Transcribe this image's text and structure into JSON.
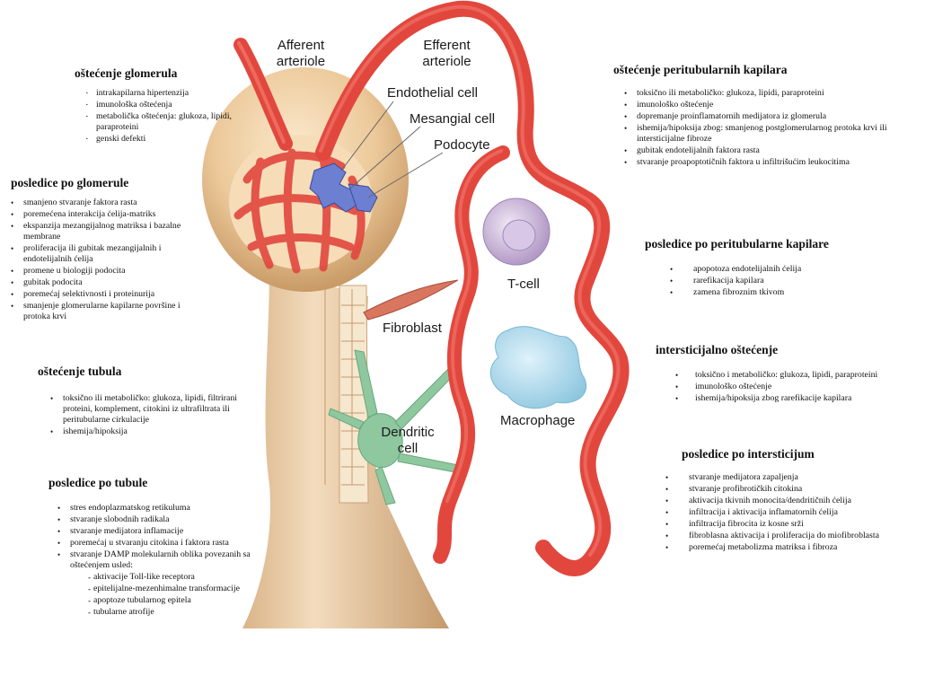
{
  "labels": {
    "afferent": [
      "Afferent",
      "arteriole"
    ],
    "efferent": [
      "Efferent",
      "arteriole"
    ],
    "endothelial": "Endothelial cell",
    "mesangial": "Mesangial cell",
    "podocyte": "Podocyte",
    "tcell": "T-cell",
    "fibroblast": "Fibroblast",
    "macrophage": "Macrophage",
    "dendritic": [
      "Dendritic",
      "cell"
    ]
  },
  "blocks": {
    "glom_damage": {
      "title": "oštećenje glomerula",
      "items": [
        "intrakapilarna hipertenzija",
        "imunološka oštećenja",
        "metabolička oštećenja: glukoza, lipidi, paraproteini",
        "genski defekti"
      ]
    },
    "glom_consequences": {
      "title": "posledice po glomerule",
      "items": [
        "smanjeno stvaranje faktora rasta",
        "poremećena interakcija ćelija-matriks",
        "ekspanzija mezangijalnog matriksa i bazalne membrane",
        "proliferacija ili gubitak mezangijalnih i endotelijalnih ćelija",
        "promene u biologiji podocita",
        "gubitak podocita",
        "poremećaj selektivnosti i proteinurija",
        "smanjenje glomerularne kapilarne površine i protoka krvi"
      ]
    },
    "tub_damage": {
      "title": "oštećenje tubula",
      "items": [
        "toksično ili metaboličko: glukoza, lipidi, filtrirani proteini, komplement, citokini iz ultrafiltrata ili peritubularne cirkulacije",
        "ishemija/hipoksija"
      ]
    },
    "tub_consequences": {
      "title": "posledice po tubule",
      "items": [
        "stres endoplazmatskog retikuluma",
        "stvaranje slobodnih radikala",
        "stvaranje medijatora inflamacije",
        "poremećaj u stvaranju citokina i faktora rasta",
        "stvaranje DAMP molekularnih oblika povezanih sa oštećenjem usled:"
      ],
      "sub": [
        "aktivacije Toll-like receptora",
        "epitelijalne-mezenhimalne transformacije",
        "apoptoze tubularnog epitela",
        "tubularne atrofije"
      ]
    },
    "peri_damage": {
      "title": "oštećenje peritubularnih kapilara",
      "items": [
        "toksično ili metaboličko: glukoza, lipidi, paraproteini",
        "imunološko oštećenje",
        "dopremanje proinflamatornih medijatora iz glomerula",
        "ishemija/hipoksija zbog: smanjenog postglomerularnog protoka krvi ili intersticijalne fibroze",
        "gubitak endotelijalnih faktora rasta",
        "stvaranje proapoptotičnih faktora u infiltrišućim leukocitima"
      ]
    },
    "peri_consequences": {
      "title": "posledice po peritubularne kapilare",
      "items": [
        "apopotoza endotelijalnih ćelija",
        "rarefikacija kapilara",
        "zamena fibroznim tkivom"
      ]
    },
    "int_damage": {
      "title": "intersticijalno oštećenje",
      "items": [
        "toksično i metaboličko: glukoza, lipidi, paraproteini",
        "imunološko oštećenje",
        "ishemija/hipoksija zbog rarefikacije kapilara"
      ]
    },
    "int_consequences": {
      "title": "posledice po intersticijum",
      "items": [
        "stvaranje medijatora zapaljenja",
        "stvaranje profibrotičkih citokina",
        "aktivacija tkivnih monocita/dendritičnih ćelija",
        "infiltracija i aktivacija inflamatornih ćelija",
        "infiltracija fibrocita iz kosne srži",
        "fibroblasna aktivacija i proliferacija do miofibroblasta",
        "poremećaj metabolizma matriksa i fibroza"
      ]
    }
  },
  "colors": {
    "vessel": "#e2473d",
    "capsule": "#e8c99a",
    "tcell": "#c7b3d6",
    "macrophage": "#a8d4e8",
    "dendritic": "#8fc79f",
    "fibroblast": "#d9765f",
    "mesangial": "#6d7fd0"
  }
}
